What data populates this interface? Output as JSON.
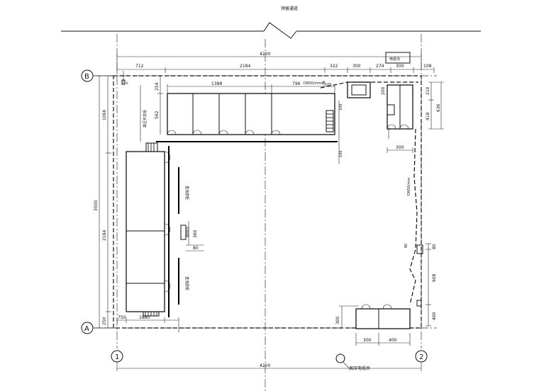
{
  "title_top": "预留通道",
  "note_top_right": "电缆沟",
  "bottom_label": "高压电缆井",
  "axes": {
    "top": "B",
    "bottom": "A",
    "left_col": "1",
    "right_col": "2"
  },
  "dims": {
    "overall_width_top": "4200",
    "overall_width_bottom": "4200",
    "overall_height": "3500",
    "top_row": [
      "712",
      "2184",
      "322",
      "300",
      "274",
      "300",
      "108"
    ],
    "left_col": [
      "1066",
      "2184",
      "250"
    ],
    "cabinet_top_a": "1388",
    "cabinet_top_b": "796",
    "cabinet_top_depth": "562",
    "cabinet_top_gap": "254",
    "right_col": [
      "210",
      "418",
      "636"
    ],
    "right_mid": [
      "80",
      "608",
      "400"
    ],
    "bottom_row": [
      "750",
      "1880",
      "300",
      "400"
    ],
    "misc_100a": "100",
    "misc_100b": "100",
    "misc_300a": "300",
    "misc_300b": "300",
    "misc_200": "200",
    "misc_80": "80",
    "misc_360": "360",
    "misc_100c": "100",
    "misc_80b": "80"
  },
  "labels": {
    "tray_top": "DN50/mm槽",
    "tray_right": "DN50/mm",
    "cab_label_left": "高压开关柜",
    "panel_upper": "直流屏柜",
    "panel_lower": "直流屏柜",
    "panel_mid": "控制屏",
    "small_mark": "K"
  }
}
